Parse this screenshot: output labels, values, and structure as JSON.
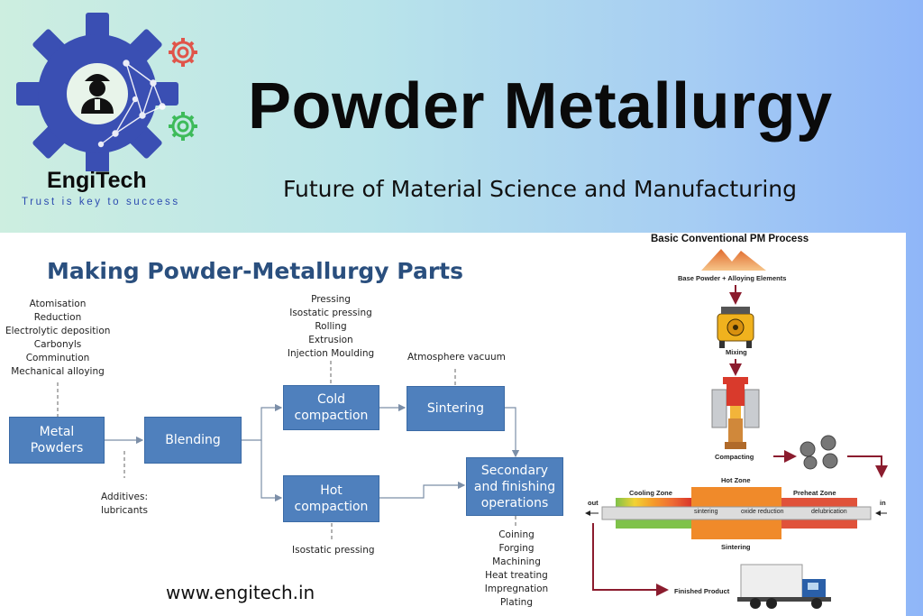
{
  "header": {
    "title": "Powder Metallurgy",
    "subtitle": "Future of Material Science and Manufacturing"
  },
  "brand": {
    "name": "EngiTech",
    "tagline": "Trust is key to success",
    "colors": {
      "gear": "#3a4fb3",
      "accent_red": "#e0554a",
      "accent_green": "#3dbb5a"
    }
  },
  "left_diagram": {
    "title": "Making Powder-Metallurgy Parts",
    "powder_methods": [
      "Atomisation",
      "Reduction",
      "Electrolytic deposition",
      "Carbonyls",
      "Comminution",
      "Mechanical alloying"
    ],
    "boxes": {
      "metal_powders": "Metal Powders",
      "blending": "Blending",
      "cold_compaction": "Cold compaction",
      "hot_compaction": "Hot compaction",
      "sintering": "Sintering",
      "secondary": "Secondary and finishing operations"
    },
    "compaction_methods": [
      "Pressing",
      "Isostatic pressing",
      "Rolling",
      "Extrusion",
      "Injection Moulding"
    ],
    "sintering_note": "Atmosphere vacuum",
    "additives": [
      "Additives:",
      "lubricants"
    ],
    "hot_note": "Isostatic pressing",
    "finishing_ops": [
      "Coining",
      "Forging",
      "Machining",
      "Heat treating",
      "Impregnation",
      "Plating"
    ],
    "box_color": "#4f80bd"
  },
  "website": "www.engitech.in",
  "right_diagram": {
    "title": "Basic Conventional PM Process",
    "base_powder": "Base Powder + Alloying Elements",
    "mixing": "Mixing",
    "compacting": "Compacting",
    "hot_zone": "Hot Zone",
    "cooling_zone": "Cooling Zone",
    "preheat_zone": "Preheat Zone",
    "sintering_step": "sintering",
    "oxide_reduction": "oxide reduction",
    "delubrication": "delubrication",
    "sintering": "Sintering",
    "out": "out",
    "in": "in",
    "finished_product": "Finished Product"
  }
}
